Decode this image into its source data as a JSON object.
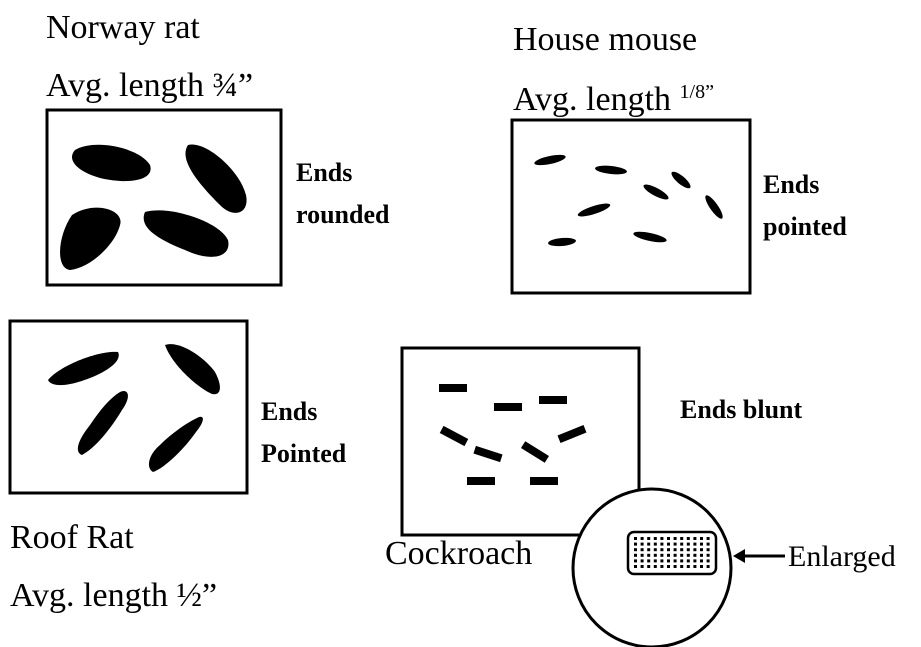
{
  "norway": {
    "title": "Norway rat",
    "length_label": "Avg. length",
    "length_value": "¾”",
    "note_line1": "Ends",
    "note_line2": "rounded"
  },
  "house": {
    "title": "House mouse",
    "length_label": "Avg. length",
    "length_value": "1/8”",
    "note_line1": "Ends",
    "note_line2": "pointed"
  },
  "roof": {
    "title": "Roof Rat",
    "length_label": "Avg. length",
    "length_value": "½”",
    "note_line1": "Ends",
    "note_line2": "Pointed"
  },
  "cockroach": {
    "title": "Cockroach",
    "note": "Ends blunt",
    "enlarged_label": "Enlarged"
  }
}
